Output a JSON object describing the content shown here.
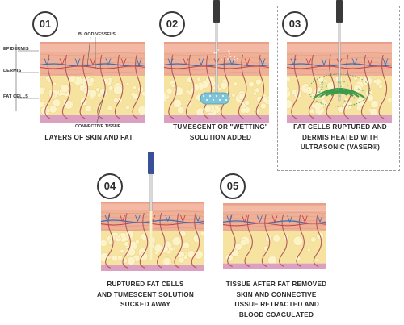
{
  "layer_labels": {
    "epidermis": "EPIDERMIS",
    "dermis": "DERMIS",
    "fat_cells": "FAT CELLS"
  },
  "annotations": {
    "blood_vessels": "BLOOD VESSELS",
    "connective_tissue": "CONNECTIVE TISSUE"
  },
  "steps": [
    {
      "number": "01",
      "caption": "LAYERS OF SKIN AND FAT"
    },
    {
      "number": "02",
      "caption": "TUMESCENT OR \"WETTING\"\nSOLUTION ADDED"
    },
    {
      "number": "03",
      "caption": "FAT CELLS RUPTURED AND\nDERMIS HEATED WITH\nULTRASONIC (VASER®)"
    },
    {
      "number": "04",
      "caption": "RUPTURED FAT CELLS\nAND TUMESCENT SOLUTION\nSUCKED AWAY"
    },
    {
      "number": "05",
      "caption": "TISSUE AFTER FAT REMOVED\nSKIN AND CONNECTIVE\nTISSUE RETRACTED AND\nBLOOD COAGULATED"
    }
  ],
  "colors": {
    "epidermis": "#f3b9a4",
    "dermis": "#eeb096",
    "fat": "#f7e3a0",
    "fat_bubble": "#fdf3c8",
    "bottom_band": "#dca0c0",
    "vessel_blue": "#3a6fb5",
    "vessel_red": "#c8434a",
    "connective": "#b05a5f",
    "solution": "#7fc3d8",
    "ultrasound": "#3d9a4a",
    "probe_blue": "#3a4f9a",
    "probe_dark": "#3a3a3a"
  }
}
